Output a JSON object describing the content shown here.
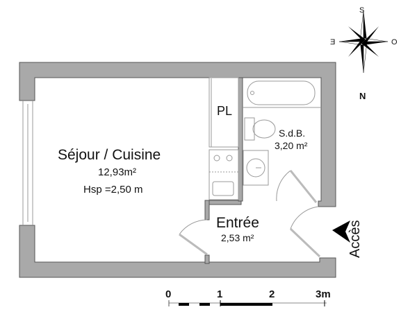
{
  "plan": {
    "rooms": [
      {
        "name": "Séjour / Cuisine",
        "area": "12,93m²",
        "height": "Hsp =2,50 m"
      },
      {
        "name": "PL"
      },
      {
        "name": "S.d.B.",
        "area": "3,20 m²"
      },
      {
        "name": "Entrée",
        "area": "2,53 m²"
      }
    ],
    "access_label": "Accès",
    "colors": {
      "wall": "#a9a9a9",
      "wall_stroke": "#555555",
      "fixture": "#999999"
    }
  },
  "compass": {
    "north": "N",
    "south": "S",
    "east": "E",
    "west": "O"
  },
  "scale": {
    "ticks": [
      "0",
      "1",
      "2",
      "3m"
    ]
  }
}
